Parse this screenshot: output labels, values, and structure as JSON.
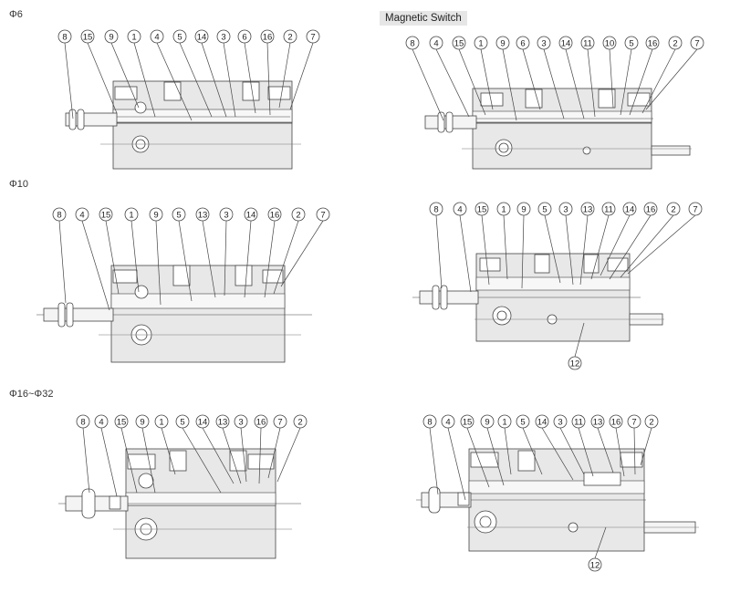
{
  "labels": {
    "phi6": "Φ6",
    "phi10": "Φ10",
    "phi16_32": "Φ16~Φ32",
    "magnetic_switch": "Magnetic Switch"
  },
  "diagrams": [
    {
      "id": "phi6-standard",
      "callouts": [
        "8",
        "15",
        "9",
        "1",
        "4",
        "5",
        "14",
        "3",
        "6",
        "16",
        "2",
        "7"
      ]
    },
    {
      "id": "phi6-magnetic",
      "callouts": [
        "8",
        "4",
        "15",
        "1",
        "9",
        "6",
        "3",
        "14",
        "11",
        "10",
        "5",
        "16",
        "2",
        "7"
      ]
    },
    {
      "id": "phi10-standard",
      "callouts": [
        "8",
        "4",
        "15",
        "1",
        "9",
        "5",
        "13",
        "3",
        "14",
        "16",
        "2",
        "7"
      ]
    },
    {
      "id": "phi10-magnetic",
      "callouts": [
        "8",
        "4",
        "15",
        "1",
        "9",
        "5",
        "3",
        "13",
        "11",
        "14",
        "16",
        "2",
        "7",
        "12"
      ]
    },
    {
      "id": "phi16-standard",
      "callouts": [
        "8",
        "4",
        "15",
        "9",
        "1",
        "5",
        "14",
        "13",
        "3",
        "16",
        "7",
        "2"
      ]
    },
    {
      "id": "phi16-magnetic",
      "callouts": [
        "8",
        "4",
        "15",
        "9",
        "1",
        "5",
        "14",
        "3",
        "11",
        "13",
        "16",
        "7",
        "2",
        "12"
      ]
    }
  ]
}
